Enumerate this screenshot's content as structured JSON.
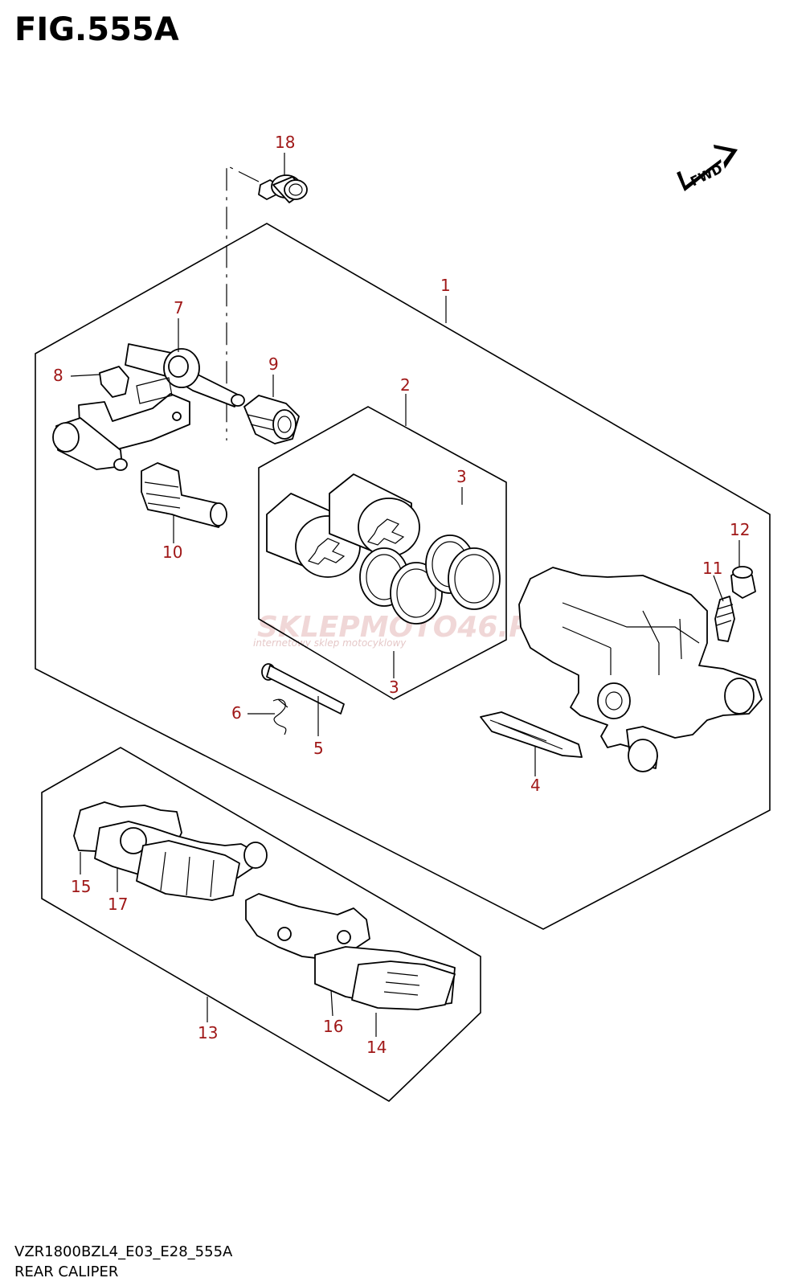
{
  "figure": {
    "title": "FIG.555A",
    "code": "VZR1800BZL4_E03_E28_555A",
    "name": "REAR CALIPER",
    "fwd_label": "FWD",
    "watermark": {
      "main": "SKLEPMOTO46.PL",
      "sub": "internetowy sklep motocyklowy"
    }
  },
  "colors": {
    "callout": "#a01818",
    "line": "#000000",
    "watermark": "#e4b7b7"
  },
  "callouts": [
    "1",
    "2",
    "3",
    "3",
    "4",
    "5",
    "6",
    "7",
    "8",
    "9",
    "10",
    "11",
    "12",
    "13",
    "14",
    "15",
    "16",
    "17",
    "18"
  ]
}
